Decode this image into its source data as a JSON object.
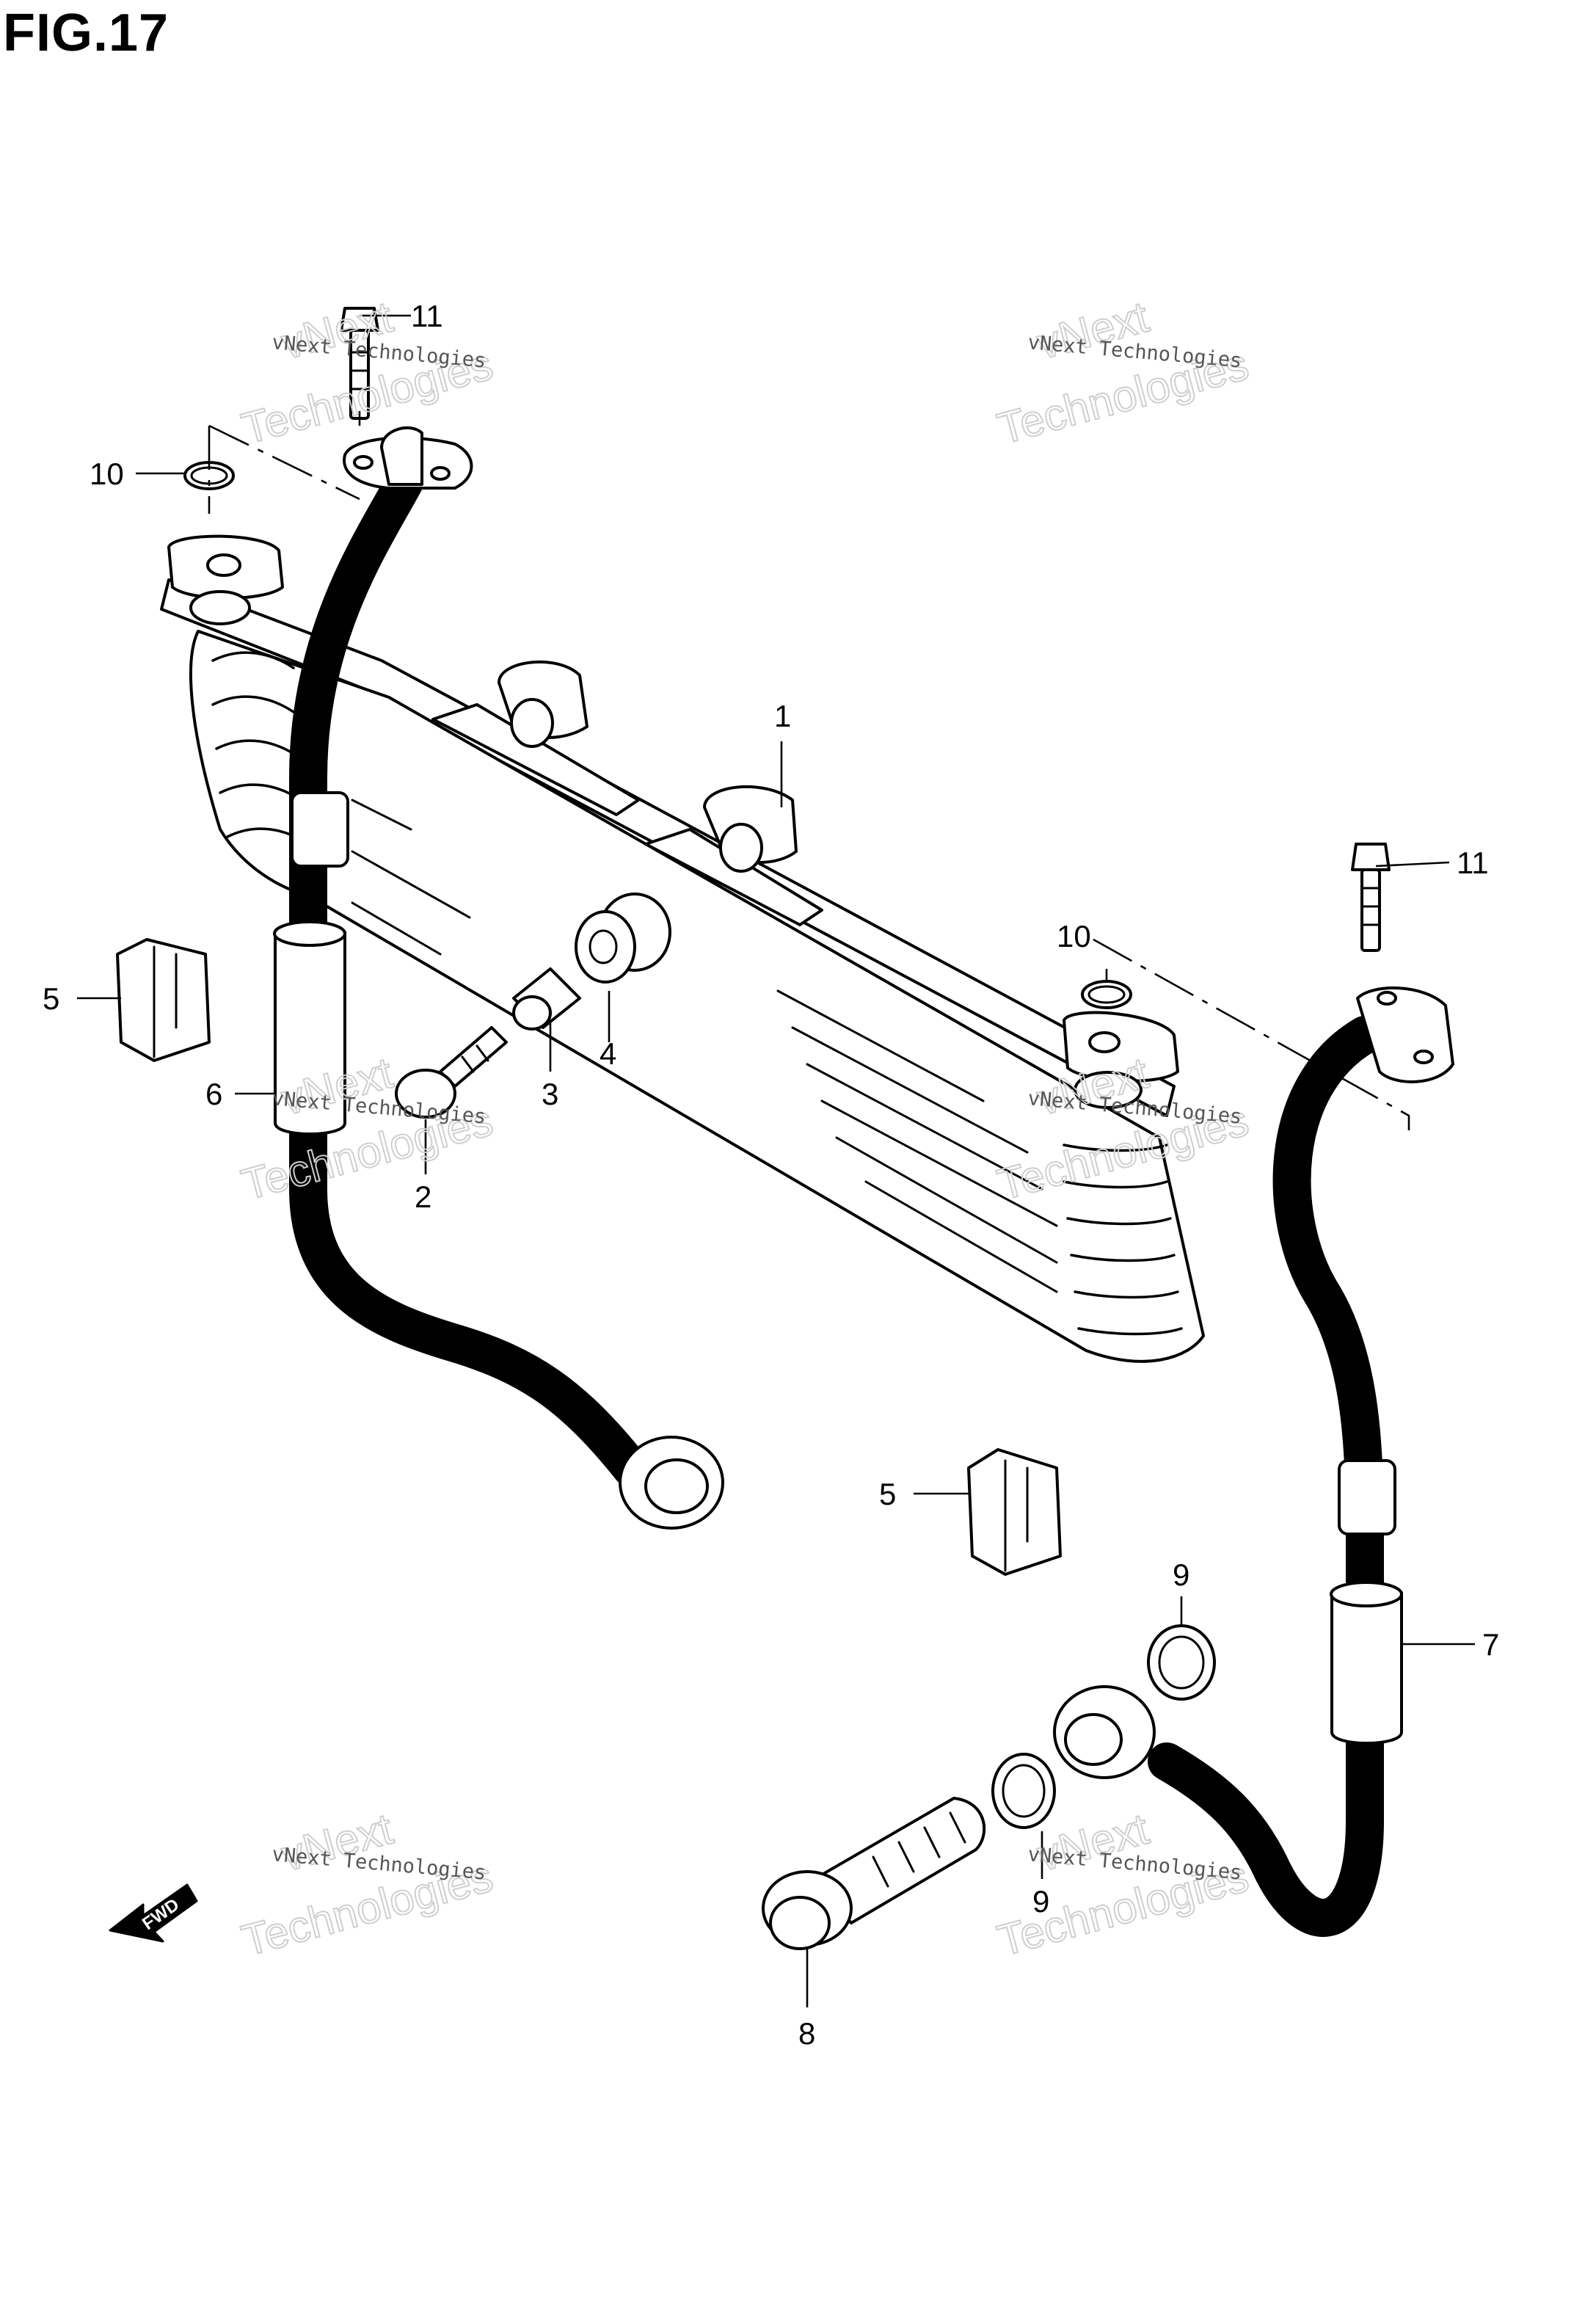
{
  "figure": {
    "title": "FIG.17"
  },
  "callouts": [
    "1",
    "2",
    "3",
    "4",
    "5",
    "5",
    "6",
    "7",
    "8",
    "9",
    "9",
    "10",
    "10",
    "11",
    "11"
  ],
  "watermark": {
    "line1": "vNext Technologies",
    "line2": "Technologies",
    "line3": "vNext"
  },
  "fwd_arrow": {
    "label": "FWD"
  }
}
